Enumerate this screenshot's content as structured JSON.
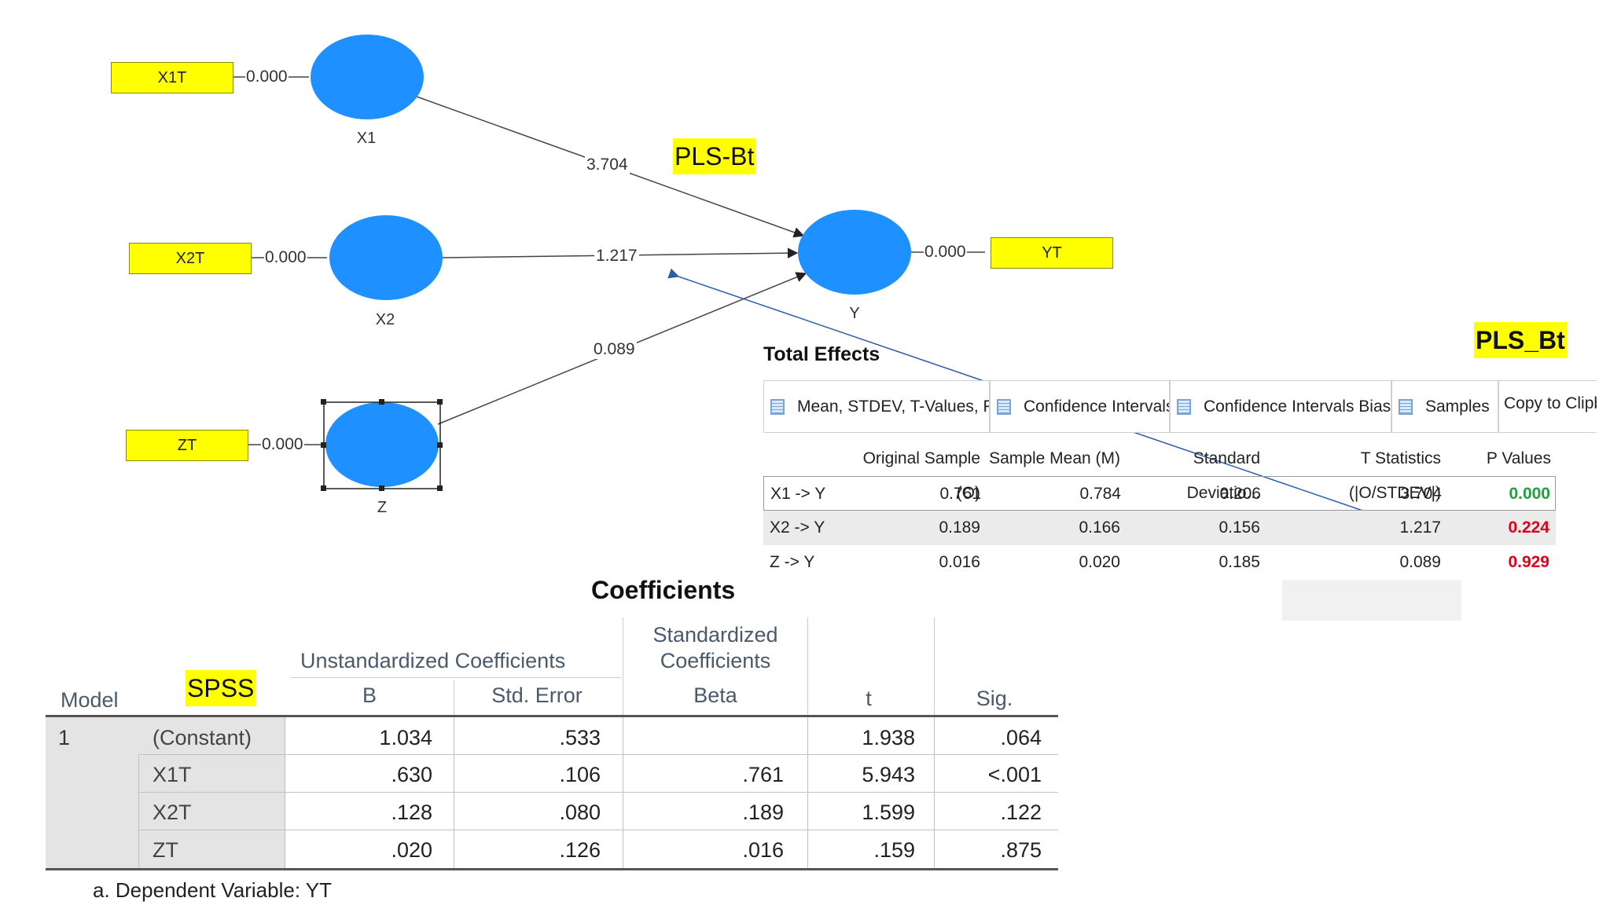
{
  "diagram": {
    "indicators": [
      {
        "name": "X1T",
        "weight": "0.000"
      },
      {
        "name": "X2T",
        "weight": "0.000"
      },
      {
        "name": "ZT",
        "weight": "0.000"
      },
      {
        "name": "YT",
        "weight": "0.000"
      }
    ],
    "constructs": [
      "X1",
      "X2",
      "Z",
      "Y"
    ],
    "paths": [
      {
        "from": "X1",
        "to": "Y",
        "value": "3.704"
      },
      {
        "from": "X2",
        "to": "Y",
        "value": "1.217"
      },
      {
        "from": "Z",
        "to": "Y",
        "value": "0.089"
      }
    ],
    "highlights": {
      "pls_bt_diagram": "PLS-Bt",
      "pls_bt_panel": "PLS_Bt",
      "spss": "SPSS"
    },
    "colors": {
      "construct": "#1e90ff",
      "indicator": "#ffff00",
      "arrow": "#2b5ea8"
    }
  },
  "total_effects": {
    "title": "Total Effects",
    "tabs": [
      "Mean, STDEV, T-Values, P-...",
      "Confidence Intervals",
      "Confidence Intervals Bias ...",
      "Samples",
      "Copy to Clipboa"
    ],
    "columns": [
      "Original Sample (O)",
      "Sample Mean (M)",
      "Standard Deviatio...",
      "T Statistics (|O/STDEV|)",
      "P Values"
    ],
    "rows": [
      {
        "label": "X1 -> Y",
        "o": "0.761",
        "m": "0.784",
        "sd": "0.206",
        "t": "3.704",
        "p": "0.000"
      },
      {
        "label": "X2 -> Y",
        "o": "0.189",
        "m": "0.166",
        "sd": "0.156",
        "t": "1.217",
        "p": "0.224"
      },
      {
        "label": "Z -> Y",
        "o": "0.016",
        "m": "0.020",
        "sd": "0.185",
        "t": "0.089",
        "p": "0.929"
      }
    ]
  },
  "spss": {
    "title": "Coefficients",
    "model_header": "Model",
    "unstd_header": "Unstandardized Coefficients",
    "std_header_line1": "Standardized",
    "std_header_line2": "Coefficients",
    "col_b": "B",
    "col_se": "Std. Error",
    "col_beta": "Beta",
    "col_t": "t",
    "col_sig": "Sig.",
    "model_number": "1",
    "rows": [
      {
        "label": "(Constant)",
        "b": "1.034",
        "se": ".533",
        "beta": "",
        "t": "1.938",
        "sig": ".064"
      },
      {
        "label": "X1T",
        "b": ".630",
        "se": ".106",
        "beta": ".761",
        "t": "5.943",
        "sig": "<.001"
      },
      {
        "label": "X2T",
        "b": ".128",
        "se": ".080",
        "beta": ".189",
        "t": "1.599",
        "sig": ".122"
      },
      {
        "label": "ZT",
        "b": ".020",
        "se": ".126",
        "beta": ".016",
        "t": ".159",
        "sig": ".875"
      }
    ],
    "footnote": "a. Dependent Variable: YT"
  }
}
